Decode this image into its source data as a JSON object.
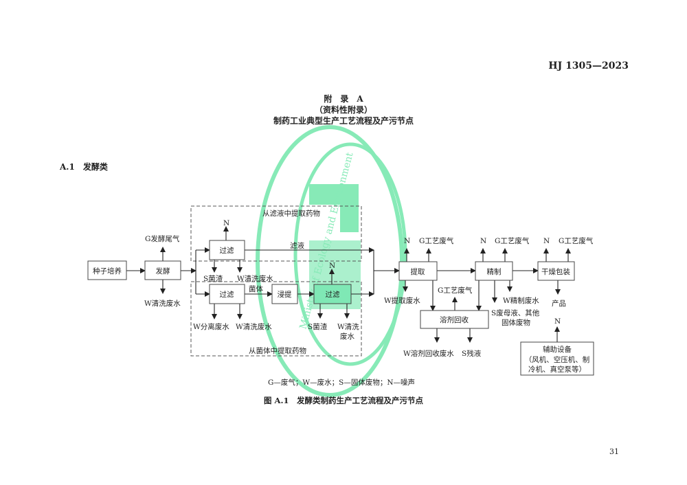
{
  "header": {
    "standard_no": "HJ 1305—2023"
  },
  "appendix": {
    "title": "附　录　A",
    "subtitle": "（资料性附录）",
    "heading": "制药工业典型生产工艺流程及产污节点"
  },
  "section": {
    "label": "A.1　发酵类"
  },
  "diagram": {
    "group_top": "从滤液中提取药物",
    "group_bottom": "从菌体中提取药物",
    "nodes": {
      "seed": "种子培养",
      "ferment": "发酵",
      "filter_top": "过滤",
      "filter_bottom": "过滤",
      "leach": "浸提",
      "filter_leach": "过滤",
      "extract": "提取",
      "refine": "精制",
      "dry_pack": "干燥包装",
      "solvent": "溶剂回收",
      "aux_1": "辅助设备",
      "aux_2": "（风机、空压机、制",
      "aux_3": "冷机、真空泵等）"
    },
    "labels": {
      "ferment_gas": "G发酵尾气",
      "ferment_water": "W清洗废水",
      "n": "N",
      "s_residue": "S菌渣",
      "w_wash": "W清洗废水",
      "filtrate": "滤液",
      "mycelium": "菌体",
      "w_sep": "W分离废水",
      "w_wash2_a": "W清洗",
      "w_wash2_b": "废水",
      "g_process": "G工艺废气",
      "w_extract": "W提取废水",
      "w_refine": "W精制废水",
      "s_mother_a": "S废母液、其他",
      "s_mother_b": "固体废物",
      "w_solvent": "W溶剂回收废水",
      "s_residual": "S残液",
      "product": "产品"
    }
  },
  "legend": "G—废气；W—废水；S—固体废物；N—噪声",
  "caption": "图 A.1　发酵类制药生产工艺流程及产污节点",
  "page_number": "31",
  "watermark": "Ministry of Ecology and Environment",
  "colors": {
    "watermark": "#5fe3a0"
  }
}
